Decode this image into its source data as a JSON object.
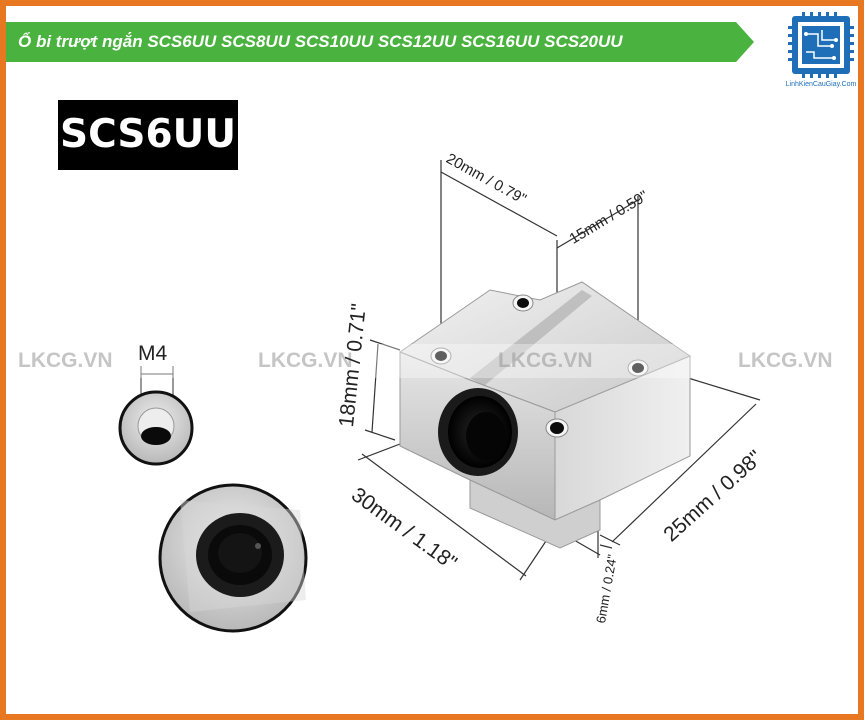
{
  "banner": {
    "title": "Ổ bi trượt ngắn SCS6UU SCS8UU SCS10UU SCS12UU SCS16UU SCS20UU",
    "color": "#4ab33f"
  },
  "brand": {
    "logo_text": "LinhKienCauGiay.Com",
    "logo_color": "#1e6fb8",
    "watermark": "LKCG.VN",
    "frame_color": "#e87722"
  },
  "product": {
    "model": "SCS6UU",
    "screw_size": "M4"
  },
  "dimensions": {
    "hole_spacing_long": "20mm / 0.79\"",
    "hole_spacing_short": "15mm / 0.59\"",
    "height": "18mm / 0.71\"",
    "length": "30mm / 1.18\"",
    "width": "25mm / 0.98\"",
    "base_height": "6mm / 0.24\""
  },
  "icons": [
    "circuit-board-logo-icon",
    "m4-hole-icon",
    "bearing-closeup-icon",
    "linear-bearing-block-icon"
  ]
}
